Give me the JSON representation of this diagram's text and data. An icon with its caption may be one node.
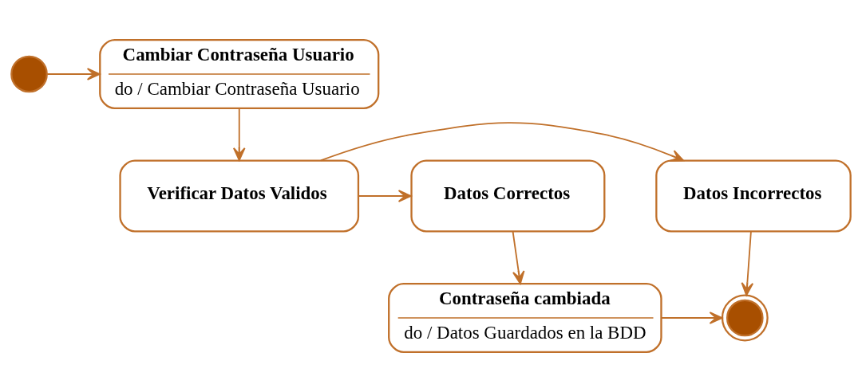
{
  "diagram": {
    "nodes": [
      {
        "text": [],
        "shape": "circle"
      },
      {
        "text": [
          "Cambiar Contraseña Usuario",
          "do / Cambiar Contraseña Usuario"
        ]
      },
      {
        "text": [
          "Verificar Datos Validos"
        ]
      },
      {
        "text": [
          "Datos Correctos"
        ]
      },
      {
        "text": [
          "Datos Incorrectos"
        ]
      },
      {
        "text": [
          "Contraseña cambiada",
          "do / Datos Guardados en la BDD"
        ]
      },
      {
        "text": [],
        "shape": "circle"
      }
    ],
    "edges": [
      {
        "from": 0,
        "to": 1,
        "arrow": "to"
      },
      {
        "from": 1,
        "to": 2,
        "arrow": "to"
      },
      {
        "from": 2,
        "to": 3,
        "arrow": "to"
      },
      {
        "from": 2,
        "to": 4,
        "arrow": "to"
      },
      {
        "from": 3,
        "to": 5,
        "arrow": "to"
      },
      {
        "from": 4,
        "to": 6,
        "arrow": "to"
      },
      {
        "from": 5,
        "to": 6,
        "arrow": "to"
      }
    ]
  }
}
